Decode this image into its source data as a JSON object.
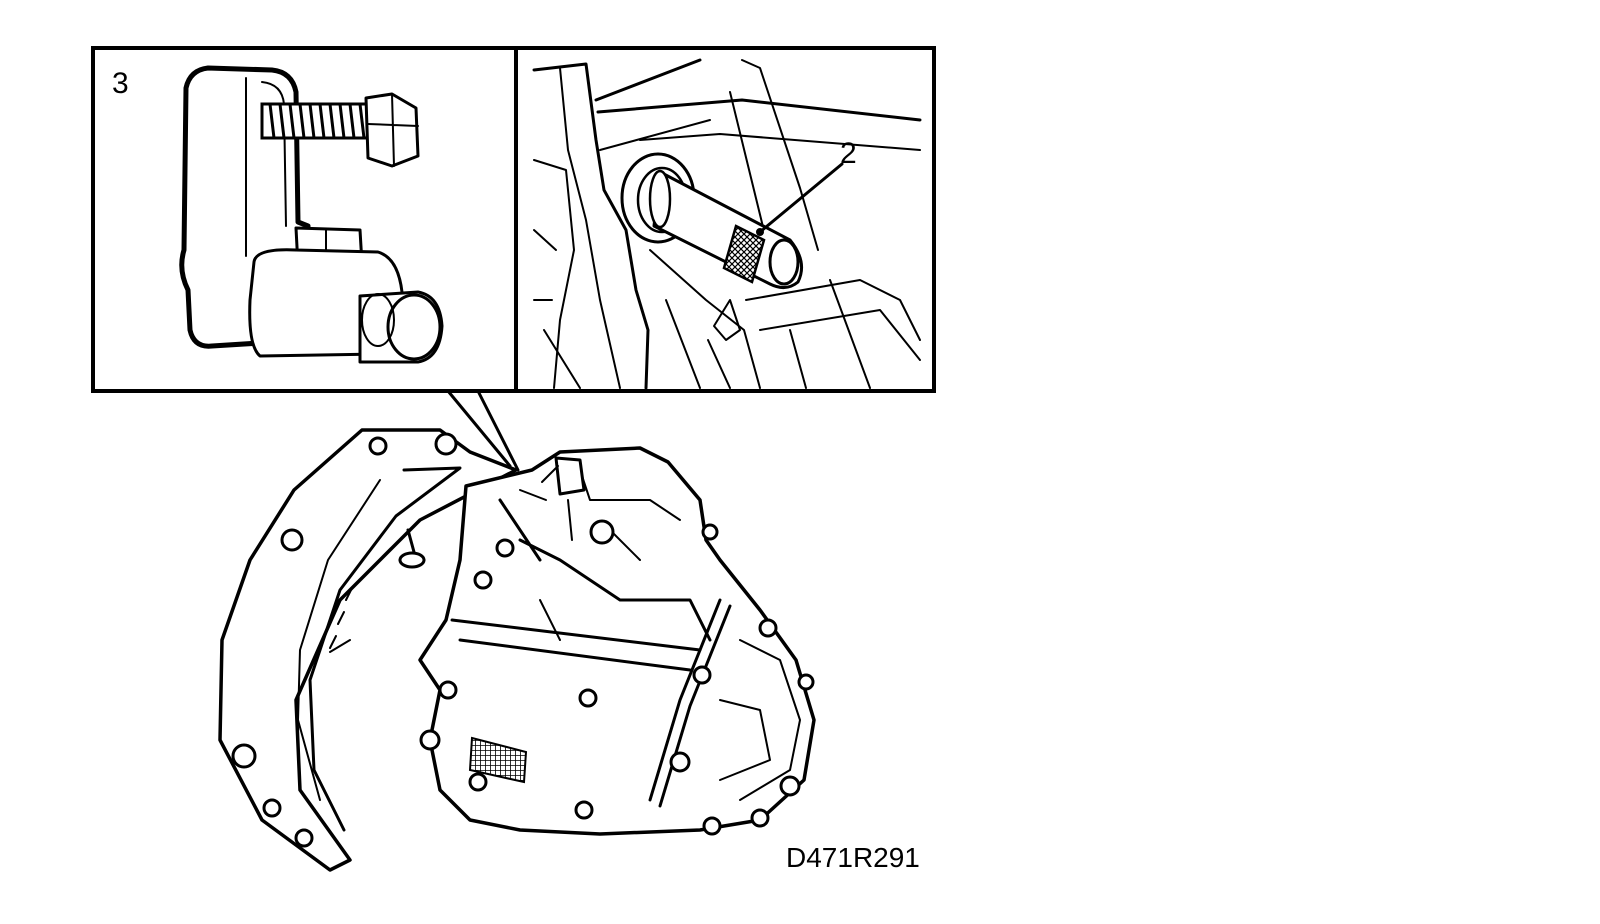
{
  "callouts": {
    "bracket_tool": "3",
    "shaft_seal": "2"
  },
  "figure_code": "D471R291",
  "colors": {
    "ink": "#000000",
    "paper": "#ffffff"
  }
}
